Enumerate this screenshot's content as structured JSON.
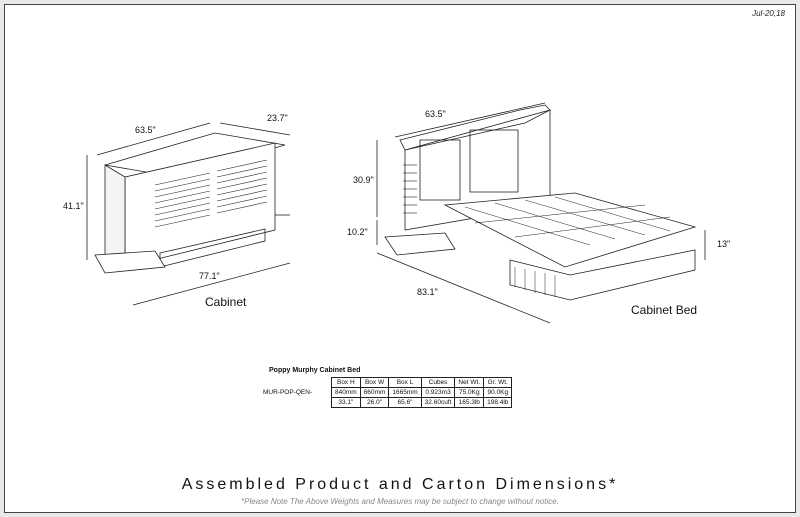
{
  "date": "Jul-20,18",
  "cabinet": {
    "caption": "Cabinet",
    "dims": {
      "width": "63.5\"",
      "depth": "23.7\"",
      "height": "41.1\"",
      "open_width": "77.1\""
    }
  },
  "bed": {
    "caption": "Cabinet Bed",
    "dims": {
      "width": "63.5\"",
      "head_height": "30.9\"",
      "base_height": "10.2\"",
      "leg_height": "13\"",
      "length": "83.1\""
    }
  },
  "table": {
    "title": "Poppy Murphy Cabinet Bed",
    "sku": "MUR-POP-QEN-",
    "headers": [
      "Box H",
      "Box W",
      "Box L",
      "Cubes",
      "Net Wt.",
      "Gr. Wt."
    ],
    "rows": [
      [
        "840mm",
        "660mm",
        "1665mm",
        "0.923m3",
        "75.0Kg",
        "90.0Kg"
      ],
      [
        "33.1\"",
        "26.0\"",
        "65.6\"",
        "32.60cuft",
        "165.3lb",
        "198.4lb"
      ]
    ]
  },
  "footer": {
    "title": "Assembled Product and Carton Dimensions*",
    "note": "*Please Note The Above Weights and Measures may be subject to change without notice."
  }
}
